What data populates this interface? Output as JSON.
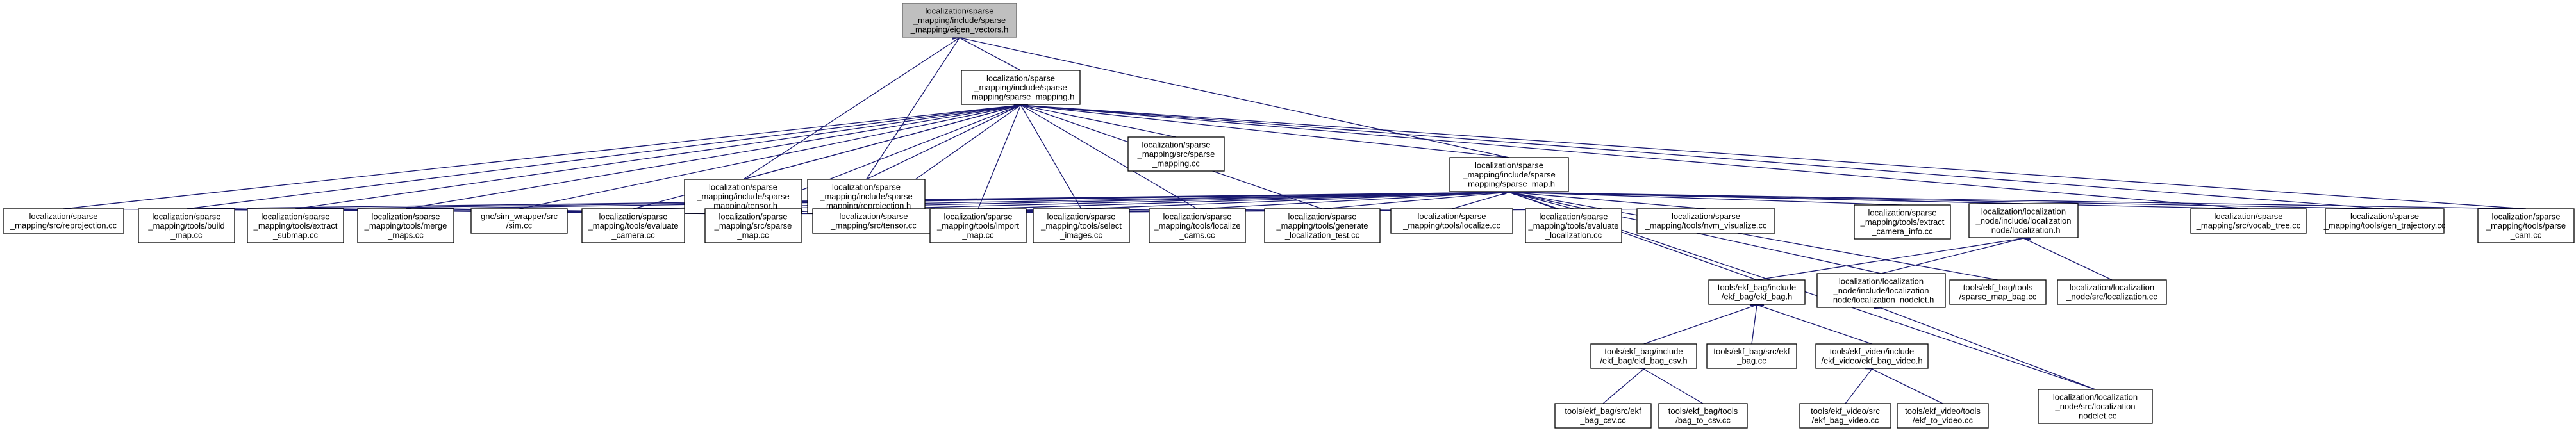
{
  "accent": "#191970",
  "root_fill": "#bfbfbf",
  "nodes": [
    {
      "id": "eigen",
      "lines": [
        "localization/sparse",
        "_mapping/include/sparse",
        "_mapping/eigen_vectors.h"
      ],
      "root": true
    },
    {
      "id": "sm_h",
      "lines": [
        "localization/sparse",
        "_mapping/include/sparse",
        "_mapping/sparse_mapping.h"
      ]
    },
    {
      "id": "tensor_h",
      "lines": [
        "localization/sparse",
        "_mapping/include/sparse",
        "_mapping/tensor.h"
      ]
    },
    {
      "id": "reproj_h",
      "lines": [
        "localization/sparse",
        "_mapping/include/sparse",
        "_mapping/reprojection.h"
      ]
    },
    {
      "id": "smcc",
      "lines": [
        "localization/sparse",
        "_mapping/src/sparse",
        "_mapping.cc"
      ]
    },
    {
      "id": "smap_h",
      "lines": [
        "localization/sparse",
        "_mapping/include/sparse",
        "_mapping/sparse_map.h"
      ]
    },
    {
      "id": "reproj_cc",
      "lines": [
        "localization/sparse",
        "_mapping/src/reprojection.cc"
      ]
    },
    {
      "id": "build_map",
      "lines": [
        "localization/sparse",
        "_mapping/tools/build",
        "_map.cc"
      ]
    },
    {
      "id": "extract_sub",
      "lines": [
        "localization/sparse",
        "_mapping/tools/extract",
        "_submap.cc"
      ]
    },
    {
      "id": "merge_maps",
      "lines": [
        "localization/sparse",
        "_mapping/tools/merge",
        "_maps.cc"
      ]
    },
    {
      "id": "sim",
      "lines": [
        "gnc/sim_wrapper/src",
        "/sim.cc"
      ]
    },
    {
      "id": "eval_cam",
      "lines": [
        "localization/sparse",
        "_mapping/tools/evaluate",
        "_camera.cc"
      ]
    },
    {
      "id": "smap_cc",
      "lines": [
        "localization/sparse",
        "_mapping/src/sparse",
        "_map.cc"
      ]
    },
    {
      "id": "tensor_cc",
      "lines": [
        "localization/sparse",
        "_mapping/src/tensor.cc"
      ]
    },
    {
      "id": "import_map",
      "lines": [
        "localization/sparse",
        "_mapping/tools/import",
        "_map.cc"
      ]
    },
    {
      "id": "select_img",
      "lines": [
        "localization/sparse",
        "_mapping/tools/select",
        "_images.cc"
      ]
    },
    {
      "id": "loc_cams",
      "lines": [
        "localization/sparse",
        "_mapping/tools/localize",
        "_cams.cc"
      ]
    },
    {
      "id": "gen_loc",
      "lines": [
        "localization/sparse",
        "_mapping/tools/generate",
        "_localization_test.cc"
      ]
    },
    {
      "id": "localize",
      "lines": [
        "localization/sparse",
        "_mapping/tools/localize.cc"
      ]
    },
    {
      "id": "eval_loc",
      "lines": [
        "localization/sparse",
        "_mapping/tools/evaluate",
        "_localization.cc"
      ]
    },
    {
      "id": "nvm_vis",
      "lines": [
        "localization/sparse",
        "_mapping/tools/nvm_visualize.cc"
      ]
    },
    {
      "id": "extract_cam",
      "lines": [
        "localization/sparse",
        "_mapping/tools/extract",
        "_camera_info.cc"
      ]
    },
    {
      "id": "loc_h",
      "lines": [
        "localization/localization",
        "_node/include/localization",
        "_node/localization.h"
      ]
    },
    {
      "id": "vocab",
      "lines": [
        "localization/sparse",
        "_mapping/src/vocab_tree.cc"
      ]
    },
    {
      "id": "gen_traj",
      "lines": [
        "localization/sparse",
        "_mapping/tools/gen_trajectory.cc"
      ]
    },
    {
      "id": "parse_cam",
      "lines": [
        "localization/sparse",
        "_mapping/tools/parse",
        "_cam.cc"
      ]
    },
    {
      "id": "ekf_bag_h",
      "lines": [
        "tools/ekf_bag/include",
        "/ekf_bag/ekf_bag.h"
      ]
    },
    {
      "id": "nodelet_h",
      "lines": [
        "localization/localization",
        "_node/include/localization",
        "_node/localization_nodelet.h"
      ]
    },
    {
      "id": "smap_bag",
      "lines": [
        "tools/ekf_bag/tools",
        "/sparse_map_bag.cc"
      ]
    },
    {
      "id": "loc_cc",
      "lines": [
        "localization/localization",
        "_node/src/localization.cc"
      ]
    },
    {
      "id": "bag_csv_h",
      "lines": [
        "tools/ekf_bag/include",
        "/ekf_bag/ekf_bag_csv.h"
      ]
    },
    {
      "id": "ekf_bag_cc",
      "lines": [
        "tools/ekf_bag/src/ekf",
        "_bag.cc"
      ]
    },
    {
      "id": "bag_video_h",
      "lines": [
        "tools/ekf_video/include",
        "/ekf_video/ekf_bag_video.h"
      ]
    },
    {
      "id": "nodelet_cc",
      "lines": [
        "localization/localization",
        "_node/src/localization",
        "_nodelet.cc"
      ]
    },
    {
      "id": "bag_csv_cc",
      "lines": [
        "tools/ekf_bag/src/ekf",
        "_bag_csv.cc"
      ]
    },
    {
      "id": "bag_to_csv",
      "lines": [
        "tools/ekf_bag/tools",
        "/bag_to_csv.cc"
      ]
    },
    {
      "id": "bag_video_cc",
      "lines": [
        "tools/ekf_video/src",
        "/ekf_bag_video.cc"
      ]
    },
    {
      "id": "ekf_to_video",
      "lines": [
        "tools/ekf_video/tools",
        "/ekf_to_video.cc"
      ]
    }
  ],
  "edges": [
    [
      "eigen",
      "sm_h"
    ],
    [
      "eigen",
      "tensor_h"
    ],
    [
      "eigen",
      "reproj_h"
    ],
    [
      "eigen",
      "smap_h"
    ],
    [
      "sm_h",
      "tensor_h"
    ],
    [
      "sm_h",
      "reproj_h"
    ],
    [
      "sm_h",
      "smap_h"
    ],
    [
      "sm_h",
      "smcc"
    ],
    [
      "sm_h",
      "reproj_cc"
    ],
    [
      "sm_h",
      "build_map"
    ],
    [
      "sm_h",
      "extract_sub"
    ],
    [
      "sm_h",
      "merge_maps"
    ],
    [
      "sm_h",
      "sim"
    ],
    [
      "sm_h",
      "eval_cam"
    ],
    [
      "sm_h",
      "smap_cc"
    ],
    [
      "sm_h",
      "tensor_cc"
    ],
    [
      "sm_h",
      "import_map"
    ],
    [
      "sm_h",
      "select_img"
    ],
    [
      "sm_h",
      "loc_cams"
    ],
    [
      "sm_h",
      "gen_loc"
    ],
    [
      "sm_h",
      "vocab"
    ],
    [
      "sm_h",
      "gen_traj"
    ],
    [
      "sm_h",
      "parse_cam"
    ],
    [
      "tensor_h",
      "build_map"
    ],
    [
      "tensor_h",
      "extract_sub"
    ],
    [
      "tensor_h",
      "merge_maps"
    ],
    [
      "tensor_h",
      "smap_cc"
    ],
    [
      "tensor_h",
      "tensor_cc"
    ],
    [
      "tensor_h",
      "loc_cams"
    ],
    [
      "tensor_h",
      "nvm_vis"
    ],
    [
      "reproj_h",
      "reproj_cc"
    ],
    [
      "reproj_h",
      "build_map"
    ],
    [
      "reproj_h",
      "merge_maps"
    ],
    [
      "reproj_h",
      "smap_cc"
    ],
    [
      "reproj_h",
      "tensor_cc"
    ],
    [
      "reproj_h",
      "select_img"
    ],
    [
      "reproj_h",
      "loc_cams"
    ],
    [
      "reproj_h",
      "gen_loc"
    ],
    [
      "reproj_h",
      "localize"
    ],
    [
      "smap_h",
      "build_map"
    ],
    [
      "smap_h",
      "extract_sub"
    ],
    [
      "smap_h",
      "merge_maps"
    ],
    [
      "smap_h",
      "eval_cam"
    ],
    [
      "smap_h",
      "smap_cc"
    ],
    [
      "smap_h",
      "tensor_cc"
    ],
    [
      "smap_h",
      "import_map"
    ],
    [
      "smap_h",
      "select_img"
    ],
    [
      "smap_h",
      "loc_cams"
    ],
    [
      "smap_h",
      "gen_loc"
    ],
    [
      "smap_h",
      "localize"
    ],
    [
      "smap_h",
      "eval_loc"
    ],
    [
      "smap_h",
      "nvm_vis"
    ],
    [
      "smap_h",
      "extract_cam"
    ],
    [
      "smap_h",
      "loc_h"
    ],
    [
      "smap_h",
      "vocab"
    ],
    [
      "smap_h",
      "gen_traj"
    ],
    [
      "smap_h",
      "parse_cam"
    ],
    [
      "smap_h",
      "ekf_bag_h"
    ],
    [
      "smap_h",
      "nodelet_h"
    ],
    [
      "smap_h",
      "smap_bag"
    ],
    [
      "smap_h",
      "nodelet_cc"
    ],
    [
      "loc_h",
      "ekf_bag_h"
    ],
    [
      "loc_h",
      "nodelet_h"
    ],
    [
      "loc_h",
      "loc_cc"
    ],
    [
      "ekf_bag_h",
      "bag_csv_h"
    ],
    [
      "ekf_bag_h",
      "ekf_bag_cc"
    ],
    [
      "ekf_bag_h",
      "bag_video_h"
    ],
    [
      "nodelet_h",
      "nodelet_cc"
    ],
    [
      "bag_csv_h",
      "bag_csv_cc"
    ],
    [
      "bag_csv_h",
      "bag_to_csv"
    ],
    [
      "bag_video_h",
      "bag_video_cc"
    ],
    [
      "bag_video_h",
      "ekf_to_video"
    ]
  ]
}
